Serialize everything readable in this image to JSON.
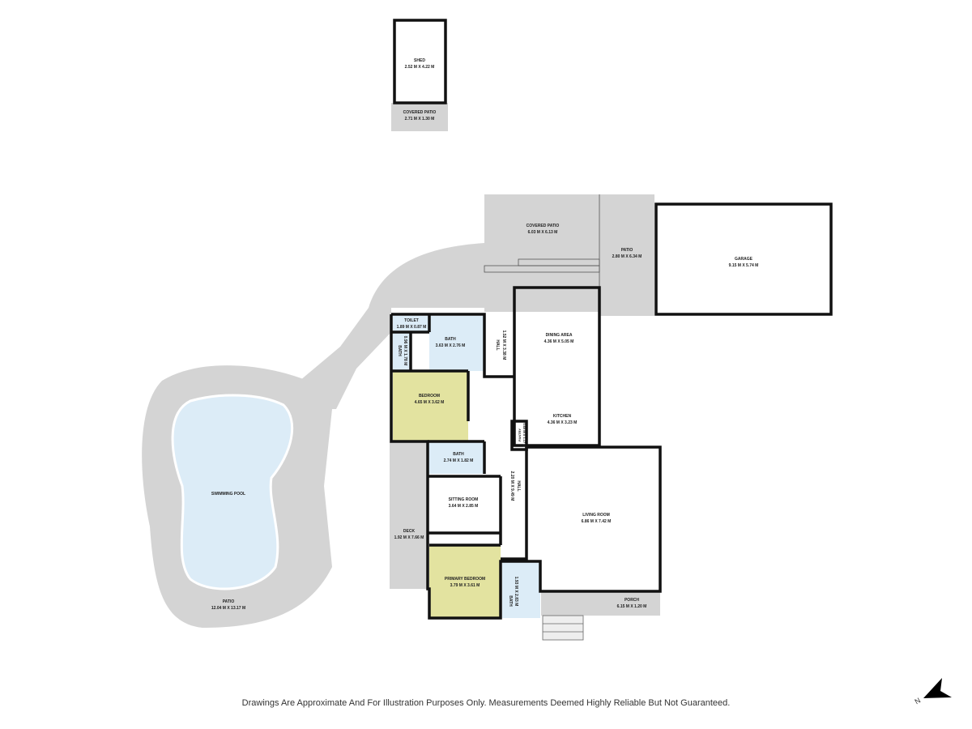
{
  "colors": {
    "wall": "#111111",
    "outdoor": "#d4d4d4",
    "bedroom": "#e3e3a0",
    "wet_area": "#dcecf7",
    "pool": "#dcecf7",
    "interior": "#ffffff"
  },
  "rooms": {
    "shed": {
      "name": "SHED",
      "dims": "2.52 M X 4.22 M"
    },
    "shed_covered_patio": {
      "name": "COVERED PATIO",
      "dims": "2.71 M X 1.30 M"
    },
    "covered_patio": {
      "name": "COVERED PATIO",
      "dims": "6.03 M X 6.13 M"
    },
    "patio_side": {
      "name": "PATIO",
      "dims": "2.80 M X 6.34 M"
    },
    "garage": {
      "name": "GARAGE",
      "dims": "9.15 M X 5.74 M"
    },
    "toilet": {
      "name": "TOILET",
      "dims": "1.89 M X 0.87 M"
    },
    "bath_main": {
      "name": "BATH",
      "dims": "3.63 M X 2.76 M"
    },
    "bath_small": {
      "name": "BATH",
      "dims": "0.96 M X 1.78 M"
    },
    "hall_north": {
      "name": "HALL",
      "dims": "1.52 M X 3.38 M"
    },
    "dining": {
      "name": "DINING AREA",
      "dims": "4.36 M X 5.05 M"
    },
    "kitchen": {
      "name": "KITCHEN",
      "dims": "4.36 M X 3.23 M"
    },
    "pantry": {
      "name": "PANTRY",
      "dims": "0.60 M X 1.17 M"
    },
    "bedroom": {
      "name": "BEDROOM",
      "dims": "4.65 M X 3.62 M"
    },
    "bath_2": {
      "name": "BATH",
      "dims": "2.74 M X 1.82 M"
    },
    "hall_south": {
      "name": "HALL",
      "dims": "2.20 M X 9.49 M"
    },
    "sitting": {
      "name": "SITTING ROOM",
      "dims": "3.64 M X 2.85 M"
    },
    "living": {
      "name": "LIVING ROOM",
      "dims": "6.86 M X 7.42 M"
    },
    "deck": {
      "name": "DECK",
      "dims": "1.92 M X 7.66 M"
    },
    "pool": {
      "name": "SWIMMING POOL"
    },
    "patio_pool": {
      "name": "PATIO",
      "dims": "12.04 M X 13.17 M"
    },
    "primary_bedroom": {
      "name": "PRIMARY BEDROOM",
      "dims": "3.79 M X 3.61 M"
    },
    "bath_3": {
      "name": "BATH",
      "dims": "1.93 M X 2.83 M"
    },
    "porch": {
      "name": "PORCH",
      "dims": "6.15 M X 1.20 M"
    }
  },
  "compass": {
    "label": "N",
    "icon": "north-arrow-icon"
  },
  "footer": {
    "disclaimer": "Drawings Are Approximate And For Illustration Purposes Only. Measurements Deemed Highly Reliable But Not Guaranteed."
  }
}
